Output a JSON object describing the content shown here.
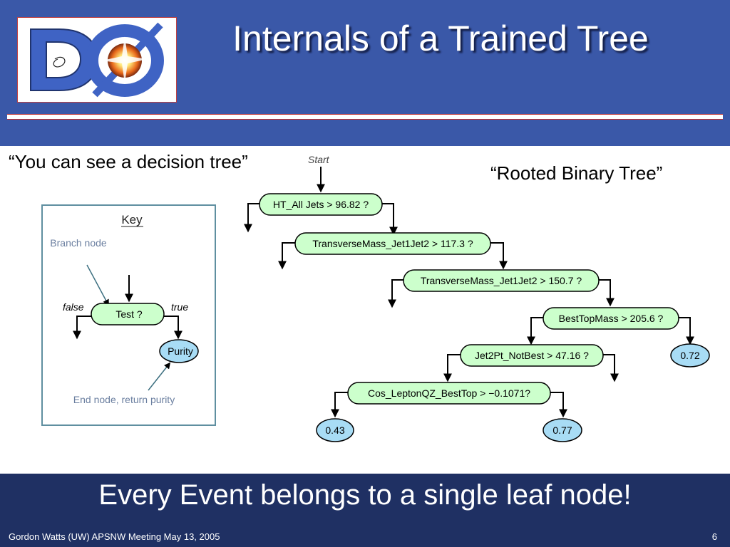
{
  "slide": {
    "title": "Internals of a Trained Tree",
    "quote_left": "“You can see a decision tree”",
    "quote_right": "“Rooted Binary Tree”",
    "banner": "Every Event belongs to a single leaf node!",
    "footer_left": "Gordon Watts (UW) APSNW Meeting May 13, 2005",
    "page_number": "6"
  },
  "logo": {
    "text": "DØ"
  },
  "key": {
    "title": "Key",
    "branch_label": "Branch node",
    "false_label": "false",
    "true_label": "true",
    "test_node": "Test ?",
    "leaf_node": "Purity",
    "end_label": "End node, return purity"
  },
  "tree": {
    "start_label": "Start",
    "nodes": [
      "HT_All Jets > 96.82 ?",
      "TransverseMass_Jet1Jet2 > 117.3 ?",
      "TransverseMass_Jet1Jet2 > 150.7 ?",
      "BestTopMass > 205.6 ?",
      "Jet2Pt_NotBest > 47.16 ?",
      "Cos_LeptonQZ_BestTop > −0.1071?"
    ],
    "leaves": [
      "0.72",
      "0.43",
      "0.77"
    ]
  },
  "colors": {
    "header_bg": "#3a58a8",
    "banner_bg": "#1f3063",
    "branch_fill": "#ccffcc",
    "leaf_fill": "#a8dcf5",
    "key_border": "#5f8fa0"
  }
}
